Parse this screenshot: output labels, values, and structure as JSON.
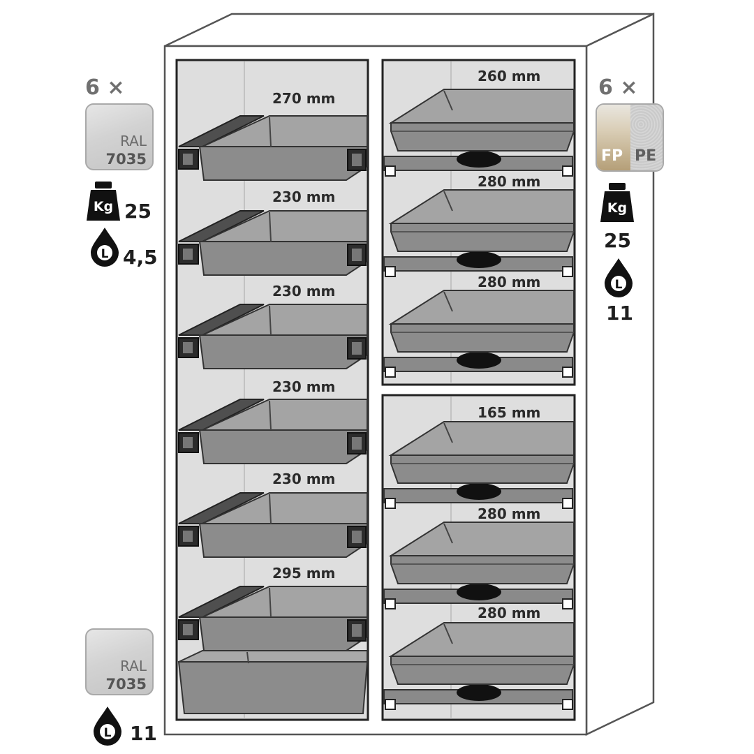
{
  "colors": {
    "tray": "#8c8c8c",
    "tray_dark": "#6f6f6f",
    "interior": "#dedede",
    "cabinet_line": "#4a4a4a",
    "icon": "#111111"
  },
  "left_column": {
    "drawers": [
      {
        "label": "270 mm"
      },
      {
        "label": "230 mm"
      },
      {
        "label": "230 mm"
      },
      {
        "label": "230 mm"
      },
      {
        "label": "230 mm"
      },
      {
        "label": "295 mm"
      }
    ]
  },
  "right_column": {
    "drawers": [
      {
        "label": "260 mm"
      },
      {
        "label": "280 mm"
      },
      {
        "label": "280 mm"
      },
      {
        "label": "165 mm"
      },
      {
        "label": "280 mm"
      },
      {
        "label": "280 mm"
      }
    ]
  },
  "legend_left": {
    "multiplier": "6 ×",
    "ral_text": "RAL",
    "ral_code": "7035",
    "weight_icon": "Kg",
    "weight_value": "25",
    "volume_icon": "L",
    "volume_value": "4,5"
  },
  "legend_right": {
    "multiplier": "6 ×",
    "material_a": "FP",
    "material_b": "PE",
    "weight_icon": "Kg",
    "weight_value": "25",
    "volume_icon": "L",
    "volume_value": "11"
  },
  "legend_bottom": {
    "ral_text": "RAL",
    "ral_code": "7035",
    "volume_icon": "L",
    "volume_value": "11"
  }
}
